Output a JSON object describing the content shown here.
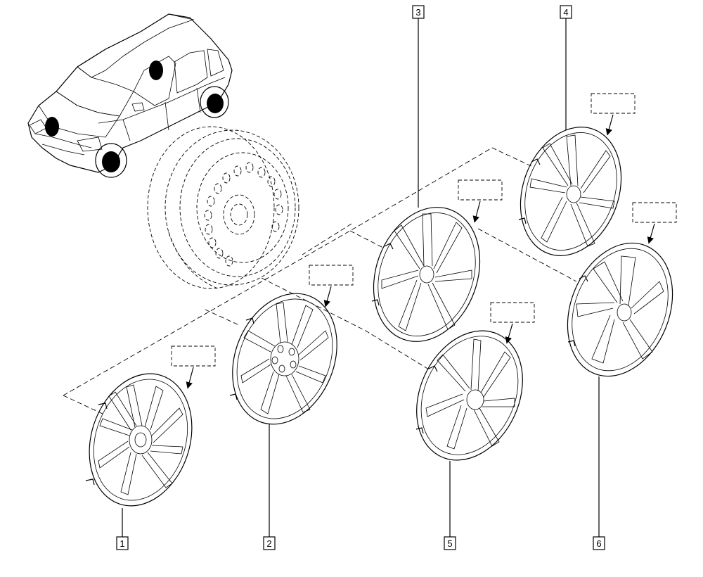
{
  "diagram": {
    "parts": [
      {
        "id": "1",
        "label": "1"
      },
      {
        "id": "2",
        "label": "2"
      },
      {
        "id": "3",
        "label": "3"
      },
      {
        "id": "4",
        "label": "4"
      },
      {
        "id": "5",
        "label": "5"
      },
      {
        "id": "6",
        "label": "6"
      }
    ],
    "vehicle_illustration": "car-icon",
    "steel_wheel": "wheel-icon"
  }
}
